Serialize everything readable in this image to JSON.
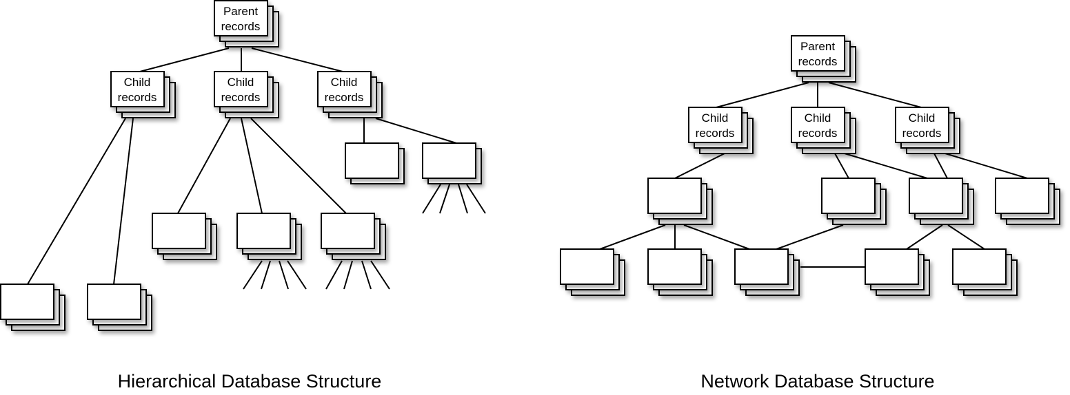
{
  "hierarchical": {
    "title": "Hierarchical Database Structure",
    "parent": {
      "line1": "Parent",
      "line2": "records"
    },
    "children": [
      {
        "line1": "Child",
        "line2": "records"
      },
      {
        "line1": "Child",
        "line2": "records"
      },
      {
        "line1": "Child",
        "line2": "records"
      }
    ]
  },
  "network": {
    "title": "Network Database Structure",
    "parent": {
      "line1": "Parent",
      "line2": "records"
    },
    "children": [
      {
        "line1": "Child",
        "line2": "records"
      },
      {
        "line1": "Child",
        "line2": "records"
      },
      {
        "line1": "Child",
        "line2": "records"
      }
    ]
  }
}
